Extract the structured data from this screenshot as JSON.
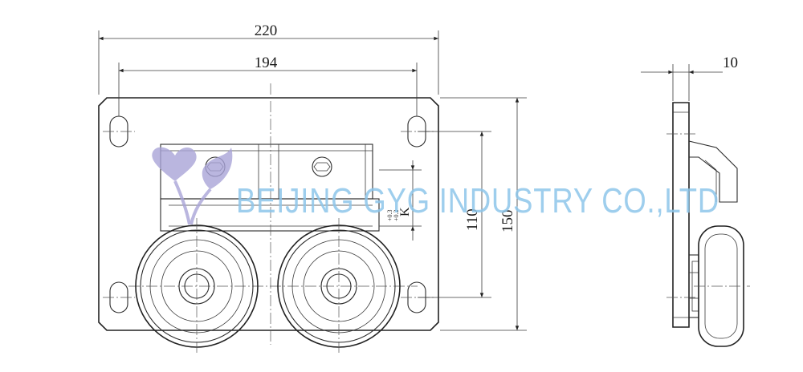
{
  "dimensions": {
    "overall_width": "220",
    "hole_spacing": "194",
    "thickness": "10",
    "wheel_height": "110",
    "overall_height": "150",
    "offset_label": "K",
    "tolerance_upper": "+0.3",
    "tolerance_lower": "+0.2"
  },
  "watermark": {
    "text": "BEIJING GYG INDUSTRY CO.,LTD",
    "color": "#8ec6ea",
    "logo_color": "#a9a4d8"
  },
  "colors": {
    "line": "#2b2b2b",
    "background": "#ffffff"
  }
}
